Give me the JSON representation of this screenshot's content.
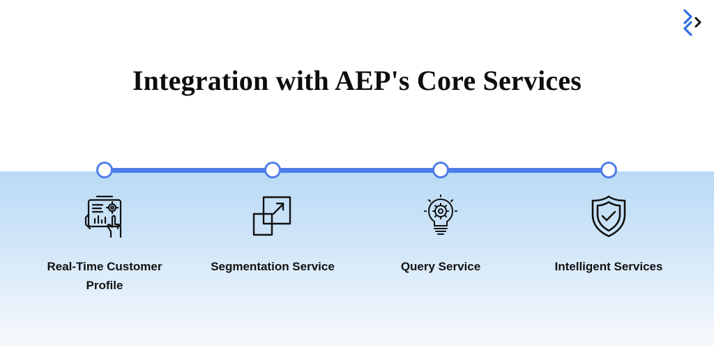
{
  "title": "Integration with AEP's Core Services",
  "logo_icon": "brand-chevron-logo-icon",
  "colors": {
    "accent": "#4f7de8",
    "logo_blue": "#2f6fde",
    "band_top": "#b9daf6",
    "band_bottom": "#f6f9fd",
    "text": "#111111"
  },
  "steps": [
    {
      "label": "Real-Time Customer Profile",
      "icon": "dashboard-touch-settings-icon"
    },
    {
      "label": "Segmentation Service",
      "icon": "expand-squares-icon"
    },
    {
      "label": "Query Service",
      "icon": "lightbulb-gear-icon"
    },
    {
      "label": "Intelligent Services",
      "icon": "shield-check-icon"
    }
  ]
}
